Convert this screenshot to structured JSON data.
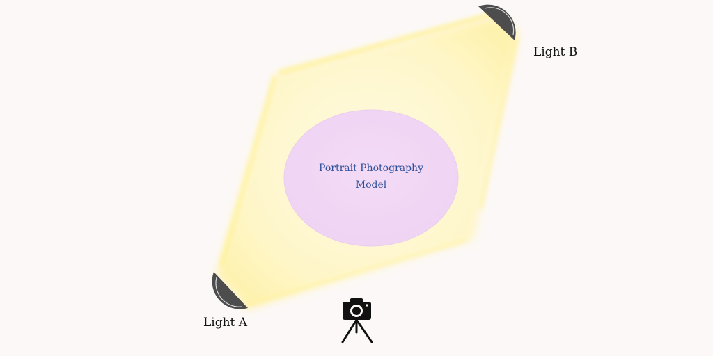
{
  "diagram": {
    "subject": {
      "line1": "Portrait Photography",
      "line2": "Model"
    },
    "lights": [
      {
        "label": "Light A"
      },
      {
        "label": "Light B"
      }
    ],
    "camera": {
      "icon": "camera-on-tripod-icon"
    },
    "colors": {
      "background": "#fcf8f7",
      "light_beam": "#fff6b0",
      "beam_edge": "#fff08a",
      "model_fill": "#f2d9f5",
      "model_text": "#2f4f98",
      "light_fixture": "#4d4d4d",
      "label_text": "#111111"
    }
  }
}
